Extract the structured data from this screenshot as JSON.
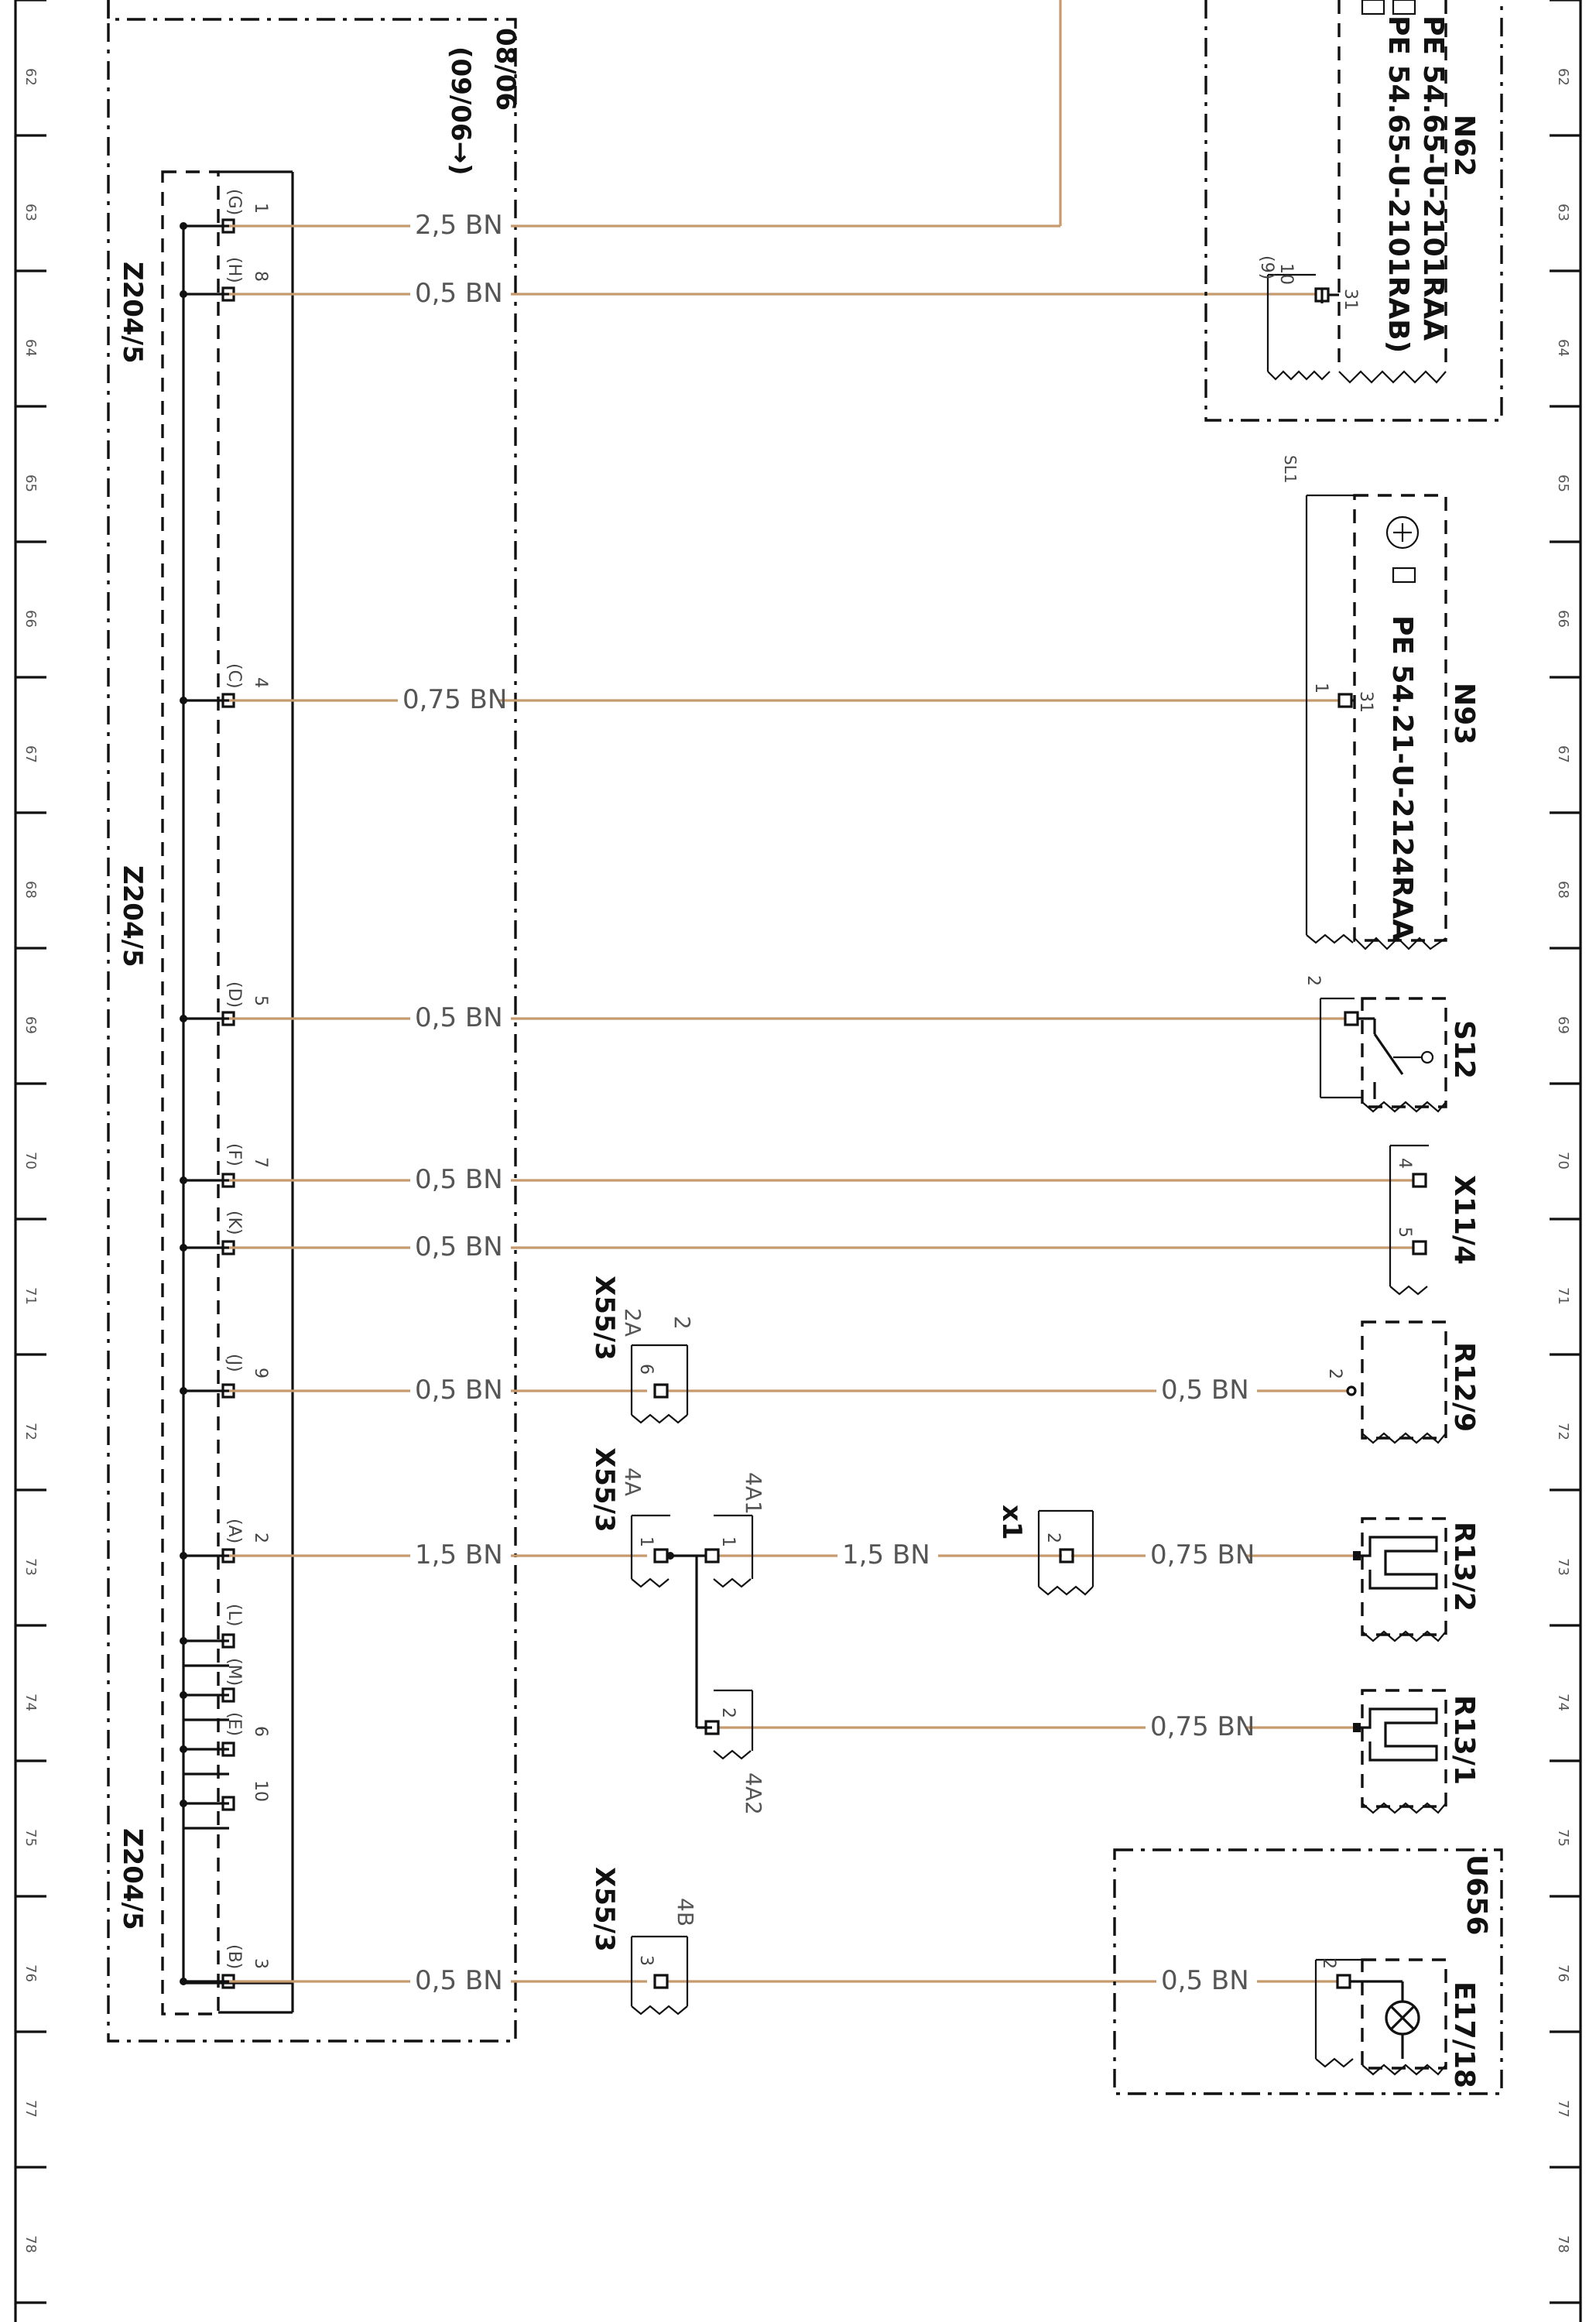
{
  "grid_numbers": [
    "62",
    "63",
    "64",
    "65",
    "66",
    "67",
    "68",
    "69",
    "70",
    "71",
    "72",
    "73",
    "74",
    "75",
    "76",
    "77",
    "78"
  ],
  "labels": {
    "date_1": "08/06",
    "date_2": "(09/06→)",
    "z204_top": "Z204/5",
    "z204_mid": "Z204/5",
    "z204_bot": "Z204/5",
    "n62": "N62",
    "n62_ref1": "PE 54.65-U-2101RAA",
    "n62_ref2": "PE 54.65-U-2101RAB)",
    "n62_pin": "10",
    "n62_pin_code": "(9)",
    "n62_term": "31",
    "sl1": "SL1",
    "n93": "N93",
    "n93_ref": "PE 54.21-U-2124RAA",
    "n93_pin": "1",
    "n93_term": "31",
    "s12": "S12",
    "s12_pin": "2",
    "x11": "X11/4",
    "x11_pin4": "4",
    "x11_pin5": "5",
    "r12": "R12/9",
    "r12_pin": "2",
    "r13_2": "R13/2",
    "r13_1": "R13/1",
    "u656": "U656",
    "e17": "E17/18",
    "e17_pin": "2",
    "x55_a": "X55/3",
    "x55_a_code": "2A",
    "x55_a_pin": "6",
    "x55_a_num": "2",
    "x55_b": "X55/3",
    "x55_b_code": "4A",
    "x55_b_pin": "1",
    "x55_b_in": "1",
    "x55_b_in_code": "4A1",
    "x55_b_in2": "2",
    "x55_b_in2_code": "4A2",
    "x55_c": "X55/3",
    "x55_c_code": "4B",
    "x55_c_pin": "3",
    "x1": "x1",
    "x1_pin": "2"
  },
  "z204_pins": [
    {
      "pin": "1",
      "code": "(G)"
    },
    {
      "pin": "8",
      "code": "(H)"
    },
    {
      "pin": "4",
      "code": "(C)"
    },
    {
      "pin": "5",
      "code": "(D)"
    },
    {
      "pin": "7",
      "code": "(F)"
    },
    {
      "pin": "",
      "code": "(K)"
    },
    {
      "pin": "9",
      "code": "(J)"
    },
    {
      "pin": "2",
      "code": "(A)"
    },
    {
      "pin": "",
      "code": "(L)"
    },
    {
      "pin": "",
      "code": "(M)"
    },
    {
      "pin": "6",
      "code": "(E)"
    },
    {
      "pin": "10",
      "code": ""
    },
    {
      "pin": "3",
      "code": "(B)"
    }
  ],
  "wires": [
    {
      "label": "2,5 BN"
    },
    {
      "label": "0,5 BN"
    },
    {
      "label": "0,75 BN"
    },
    {
      "label": "0,5 BN"
    },
    {
      "label": "0,5 BN"
    },
    {
      "label": "0,5 BN"
    },
    {
      "label": "0,5 BN"
    },
    {
      "label": "0,5 BN"
    },
    {
      "label": "1,5 BN"
    },
    {
      "label": "1,5 BN"
    },
    {
      "label": "0,75 BN"
    },
    {
      "label": "0,75 BN"
    },
    {
      "label": "0,5 BN"
    },
    {
      "label": "0,5 BN"
    }
  ],
  "colors": {
    "wire": "#c79a6e",
    "line": "#111111"
  },
  "icons": [
    "pointing-hand-icon",
    "transistor-icon",
    "switch-icon",
    "heater-element-icon",
    "lamp-icon"
  ]
}
